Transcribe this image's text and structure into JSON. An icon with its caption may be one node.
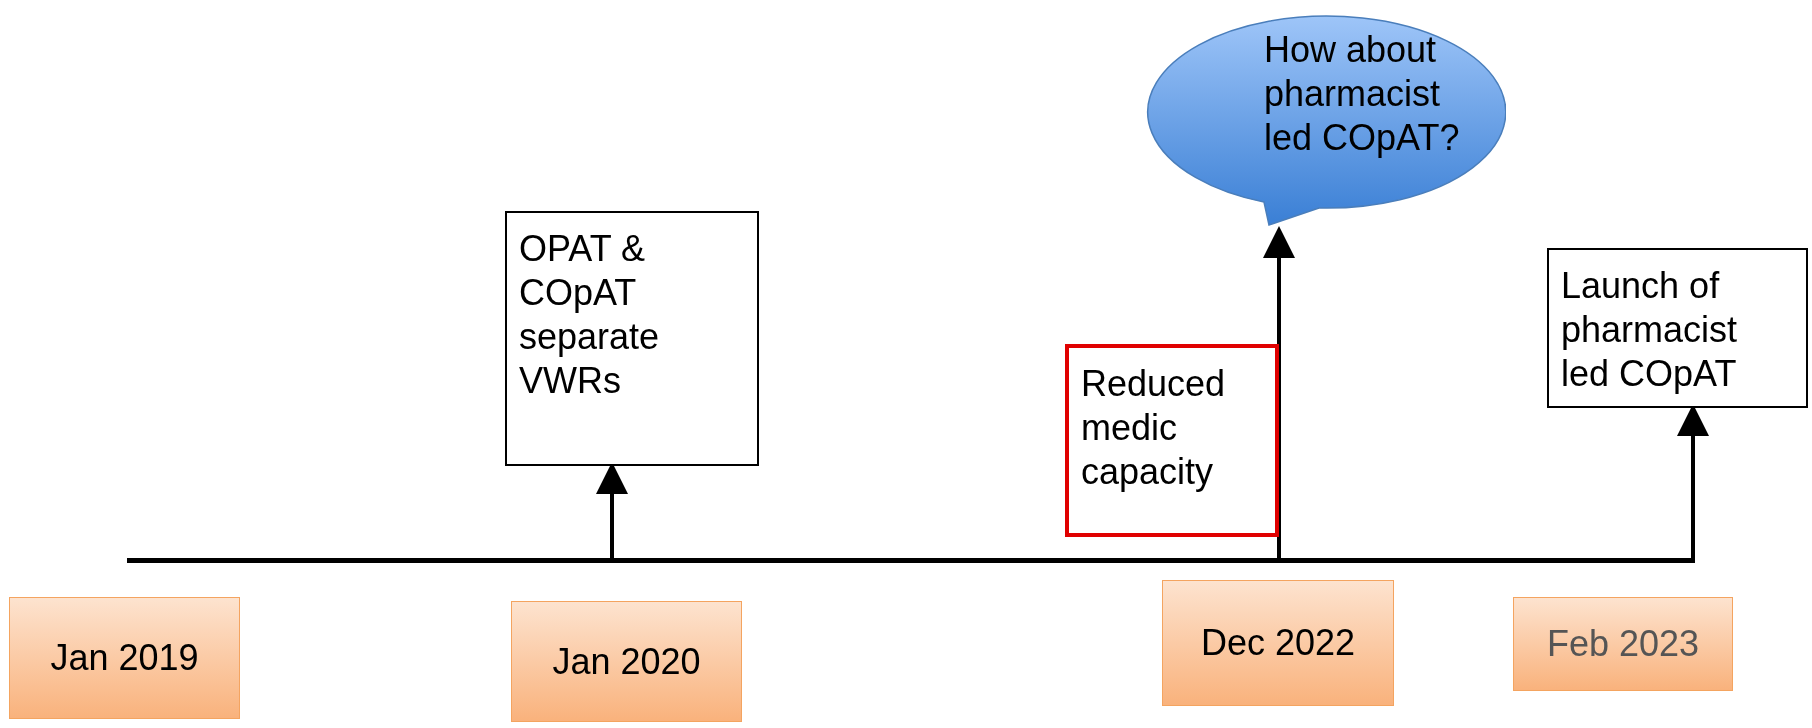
{
  "diagram": {
    "nodes": [
      {
        "text": [
          "OPAT & COpAT separate VWRs"
        ]
      },
      {
        "text": [
          "How about pharmacist led COpAT?"
        ]
      },
      {
        "text": [
          "Reduced medic capacity"
        ]
      },
      {
        "text": [
          "Launch of pharmacist led COpAT"
        ]
      },
      {
        "text": [
          "Jan 2019"
        ]
      },
      {
        "text": [
          "Jan 2020"
        ]
      },
      {
        "text": [
          "Dec 2022"
        ]
      },
      {
        "text": [
          "Feb 2023"
        ]
      },
      {
        "text": [],
        "shape": "bar"
      }
    ],
    "edges": [
      {
        "from": 8,
        "to": 0,
        "arrow": "to"
      },
      {
        "from": 8,
        "to": 1,
        "arrow": "to"
      },
      {
        "from": 8,
        "to": 3,
        "arrow": "to"
      }
    ]
  }
}
